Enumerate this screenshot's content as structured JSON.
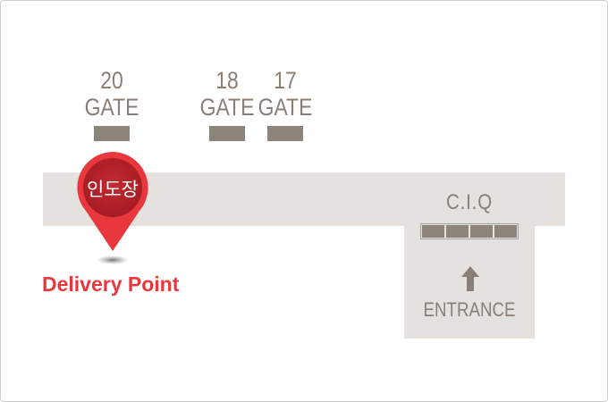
{
  "gates": [
    {
      "number": "20",
      "label": "GATE"
    },
    {
      "number": "18",
      "label": "GATE"
    },
    {
      "number": "17",
      "label": "GATE"
    }
  ],
  "ciq": {
    "label": "C.I.Q",
    "booths": 4
  },
  "entrance": {
    "label": "ENTRANCE",
    "icon": "arrow-up-icon"
  },
  "pin": {
    "label": "인도장",
    "icon": "map-pin-icon",
    "caption": "Delivery Point"
  },
  "colors": {
    "accent": "#e8383d",
    "pin_dark": "#b8202a",
    "text_gray": "#8a7f77",
    "block": "#e4e1de",
    "rect": "#8c837b"
  }
}
